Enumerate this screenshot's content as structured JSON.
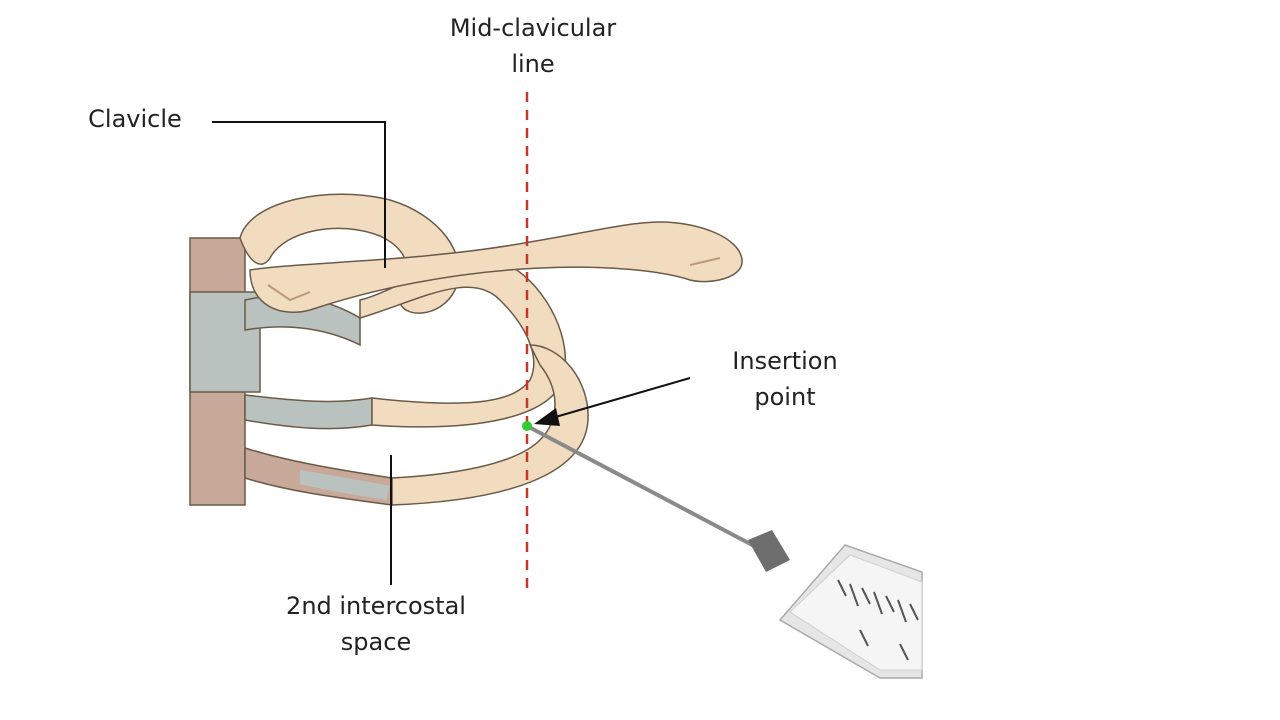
{
  "labels": {
    "mid_clavicular": {
      "line1": "Mid-clavicular",
      "line2": "line"
    },
    "clavicle": "Clavicle",
    "insertion_point": {
      "line1": "Insertion",
      "line2": "point"
    },
    "intercostal_space": {
      "line1": "2nd intercostal",
      "line2": "space"
    }
  },
  "colors": {
    "bone": "#f2dcc0",
    "bone_outline": "#6a5a48",
    "cartilage": "#b9c2bf",
    "sternum": "#c8a898",
    "midline": "#c0392b",
    "insertion_marker": "#33cc33",
    "needle": "#8a8a8a",
    "syringe": "#e6e6e6"
  }
}
